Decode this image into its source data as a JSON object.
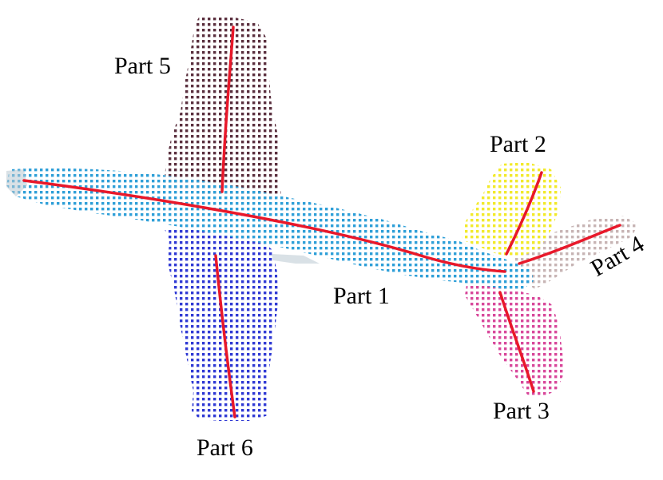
{
  "labels": {
    "part1": "Part 1",
    "part2": "Part 2",
    "part3": "Part 3",
    "part4": "Part 4",
    "part5": "Part 5",
    "part6": "Part 6"
  },
  "colors": {
    "part1": "#2e9fd8",
    "part2": "#f2ea2a",
    "part3": "#d8479a",
    "part4": "#c7b4b4",
    "part5": "#5a2f3e",
    "part6": "#2f39d4",
    "skeleton": "#e8182a",
    "fuselage_outline": "#b9c8d2"
  }
}
